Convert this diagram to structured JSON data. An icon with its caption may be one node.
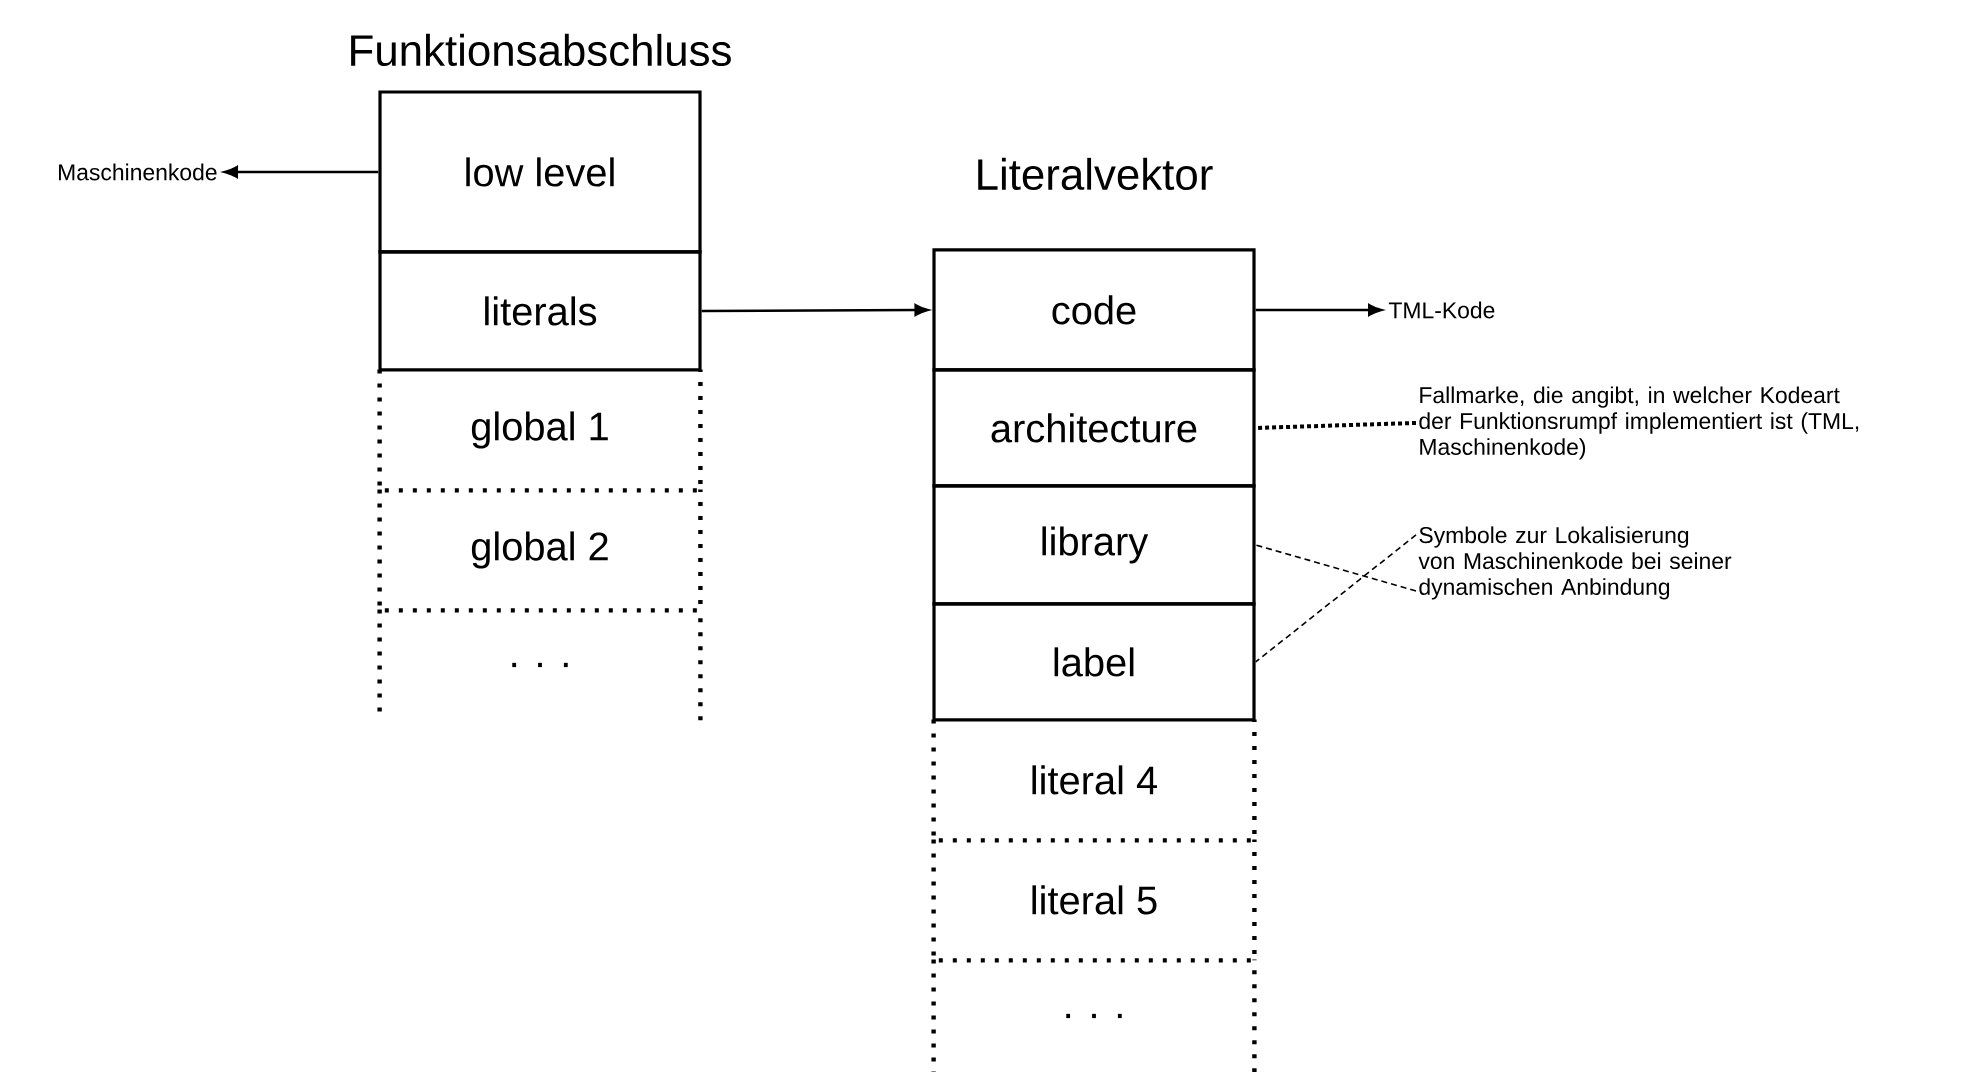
{
  "diagram": {
    "nodes": [
      {
        "text": [
          "low level"
        ]
      },
      {
        "text": [
          "literals"
        ]
      },
      {
        "text": [
          "global 1"
        ]
      },
      {
        "text": [
          "global 2"
        ]
      },
      {
        "text": [
          ". . ."
        ]
      },
      {
        "text": [
          "code"
        ]
      },
      {
        "text": [
          "architecture"
        ]
      },
      {
        "text": [
          "library"
        ]
      },
      {
        "text": [
          "label"
        ]
      },
      {
        "text": [
          "literal 4"
        ]
      },
      {
        "text": [
          "literal 5"
        ]
      },
      {
        "text": [
          ". . ."
        ]
      },
      {
        "text": [
          "Maschinenkode"
        ]
      },
      {
        "text": [
          "TML-Kode"
        ]
      },
      {
        "text": [
          "Fallmarke, die angibt, in welcher Kodeart der Funktionsrumpf implementiert ist (TML, Maschinenkode)"
        ]
      },
      {
        "text": [
          "Symbole zur Lokalisierung von Maschinenkode bei seiner dynamischen Anbindung"
        ]
      }
    ],
    "edges": [
      {
        "from": 0,
        "to": 12,
        "arrow": "to"
      },
      {
        "from": 1,
        "to": 5,
        "arrow": "to"
      },
      {
        "from": 5,
        "to": 13,
        "arrow": "to"
      },
      {
        "from": 14,
        "to": 6,
        "arrow": "none",
        "style": "dashed"
      },
      {
        "from": 15,
        "to": 7,
        "arrow": "none",
        "style": "dashed"
      },
      {
        "from": 15,
        "to": 8,
        "arrow": "none",
        "style": "dashed"
      }
    ],
    "labels": [
      "Funktionsabschluss",
      "Literalvektor"
    ]
  }
}
